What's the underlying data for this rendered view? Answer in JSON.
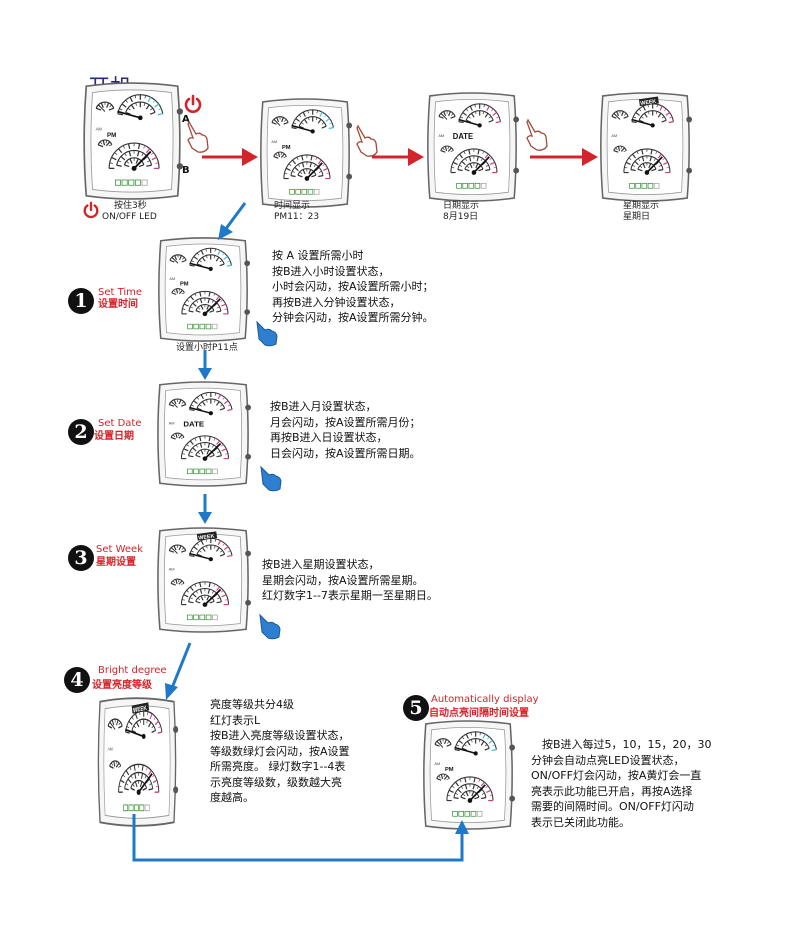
{
  "title": "开机",
  "power": {
    "hold_label": "按住3秒",
    "led_label": "ON/OFF  LED"
  },
  "top_captions": [
    {
      "line1": "时间显示",
      "line2": "PM11：23"
    },
    {
      "line1": "日期显示",
      "line2": "8月19日"
    },
    {
      "line1": "星期显示",
      "line2": "星期日"
    }
  ],
  "steps": [
    {
      "num": "1",
      "en": "Set Time",
      "cn": "设置时间",
      "caption": "设置小时P11点",
      "lines": [
        "按 A 设置所需小时",
        "按B进入小时设置状态，",
        "小时会闪动，按A设置所需小时；",
        "再按B进入分钟设置状态，",
        "分钟会闪动，按A设置所需分钟。"
      ]
    },
    {
      "num": "2",
      "en": "Set Date",
      "cn": "设置日期",
      "lines": [
        "按B进入月设置状态，",
        "月会闪动，按A设置所需月份；",
        "再按B进入日设置状态，",
        "日会闪动，按A设置所需日期。"
      ]
    },
    {
      "num": "3",
      "en": "Set Week",
      "cn": "星期设置",
      "lines": [
        "按B进入星期设置状态，",
        "星期会闪动，按A设置所需星期。",
        "红灯数字1--7表示星期一至星期日。"
      ]
    },
    {
      "num": "4",
      "en": "Bright degree",
      "cn": "设置亮度等级",
      "lines": [
        "亮度等级共分4级",
        "红灯表示L",
        "按B进入亮度等级设置状态，",
        "等级数绿灯会闪动，按A设置",
        "所需亮度。 绿灯数字1--4表",
        "示亮度等级数，级数越大亮",
        "度越高。"
      ]
    },
    {
      "num": "5",
      "en": "Automatically display",
      "cn": "自动点亮间隔时间设置",
      "lines": [
        "按B进入每过5，10，15，20，30",
        "分钟会自动点亮LED设置状态，",
        "ON/OFF灯会闪动，按A黄灯会一直",
        "亮表示此功能已开启，再按A选择",
        "需要的间隔时间。ON/OFF灯闪动",
        "表示已关闭此功能。"
      ]
    }
  ],
  "watch_labels": {
    "a": "A",
    "b": "B",
    "date": "DATE",
    "week": "WEEK",
    "pm": "PM",
    "am": "AM"
  },
  "colors": {
    "red": "#d4242b",
    "blue": "#1f78c8",
    "accent_cyan": "#3cc0e0",
    "hand_blue": "#2e7fd0"
  }
}
